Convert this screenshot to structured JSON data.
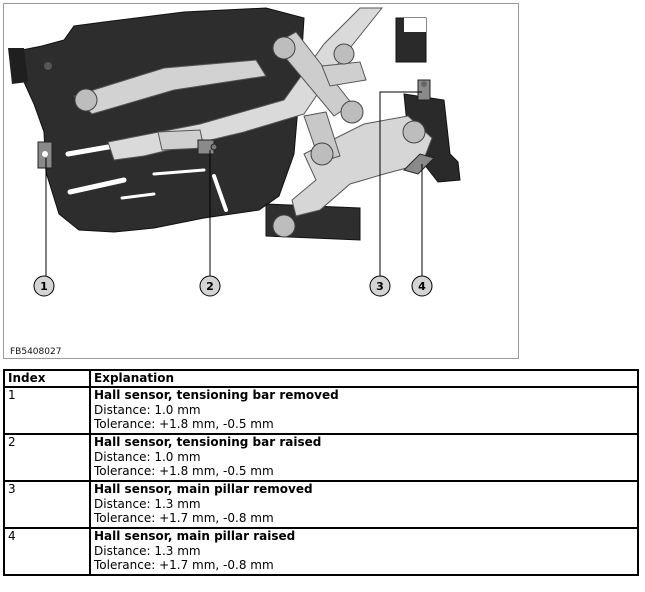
{
  "figure": {
    "id": "FB5408027",
    "callouts": [
      "1",
      "2",
      "3",
      "4"
    ]
  },
  "table": {
    "headers": {
      "index": "Index",
      "explanation": "Explanation"
    },
    "rows": [
      {
        "index": "1",
        "title": "Hall sensor, tensioning bar removed",
        "distance": "Distance: 1.0 mm",
        "tolerance": "Tolerance: +1.8 mm, -0.5 mm"
      },
      {
        "index": "2",
        "title": "Hall sensor, tensioning bar raised",
        "distance": "Distance: 1.0 mm",
        "tolerance": "Tolerance: +1.8 mm, -0.5 mm"
      },
      {
        "index": "3",
        "title": "Hall sensor, main pillar removed",
        "distance": "Distance: 1.3 mm",
        "tolerance": "Tolerance: +1.7 mm, -0.8 mm"
      },
      {
        "index": "4",
        "title": "Hall sensor, main pillar raised",
        "distance": "Distance: 1.3 mm",
        "tolerance": "Tolerance: +1.7 mm, -0.8 mm"
      }
    ]
  }
}
